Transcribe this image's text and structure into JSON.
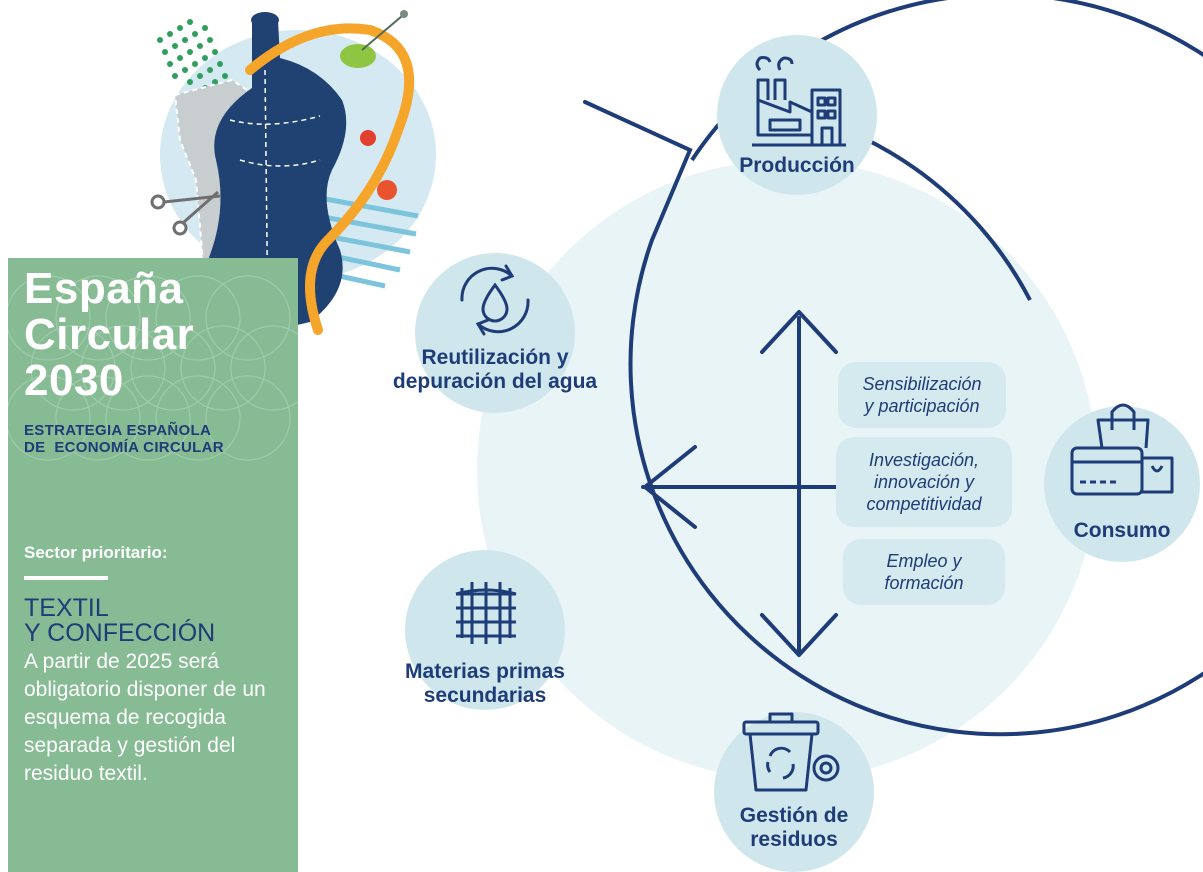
{
  "brand": {
    "title_lines": [
      "España",
      "Circular",
      "2030"
    ],
    "subtitle_lines": [
      "ESTRATEGIA ESPAÑOLA",
      "DE  ECONOMÍA CIRCULAR"
    ]
  },
  "sector": {
    "label": "Sector prioritario:",
    "name_lines": [
      "TEXTIL",
      "Y CONFECCIÓN"
    ],
    "description": "A partir de 2025 será obligatorio disponer de un esquema de recogida separada y gestión del residuo textil."
  },
  "nodes": {
    "produccion": {
      "label": "Producción",
      "icon": "factory-icon"
    },
    "consumo": {
      "label": "Consumo",
      "icon": "credit-card-shopping-bag-icon"
    },
    "residuos": {
      "label_lines": [
        "Gestión de",
        "residuos"
      ],
      "icon": "recycle-bin-gear-icon"
    },
    "materias": {
      "label_lines": [
        "Materias primas",
        "secundarias"
      ],
      "icon": "woven-fabric-icon"
    },
    "agua": {
      "label_lines": [
        "Reutilización y",
        "depuración del agua"
      ],
      "icon": "water-drop-cycle-icon"
    }
  },
  "pills": {
    "sensibilizacion": [
      "Sensibilización",
      "y participación"
    ],
    "investigacion": [
      "Investigación,",
      "innovación y",
      "competitividad"
    ],
    "empleo": [
      "Empleo y",
      "formación"
    ]
  },
  "colors": {
    "navy": "#1e3c77",
    "node_fill": "#cfe7ec",
    "pale_fill": "#e8f4f6",
    "panel_green": "#86bb94",
    "tape_orange": "#f4a52a"
  }
}
